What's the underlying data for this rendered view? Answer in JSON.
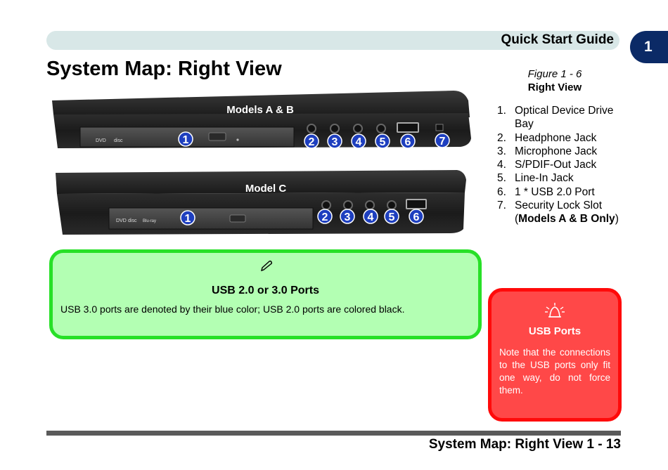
{
  "header": {
    "title": "Quick Start Guide",
    "chapter": "1"
  },
  "page_title": "System Map: Right View",
  "figure": {
    "label": "Figure 1 - 6",
    "name": "Right View"
  },
  "laptops": [
    {
      "model_label": "Models A & B",
      "drive_text_1": "DVD",
      "drive_text_2": "disc",
      "callouts": [
        "1",
        "2",
        "3",
        "4",
        "5",
        "6",
        "7"
      ]
    },
    {
      "model_label": "Model C",
      "drive_text_1": "DVD",
      "drive_text_2": "disc",
      "drive_text_3": "Blu-ray",
      "callouts": [
        "1",
        "2",
        "3",
        "4",
        "5",
        "6"
      ]
    }
  ],
  "legend": [
    {
      "num": "1.",
      "text": "Optical Device Drive Bay"
    },
    {
      "num": "2.",
      "text": "Headphone Jack"
    },
    {
      "num": "3.",
      "text": "Microphone Jack"
    },
    {
      "num": "4.",
      "text": "S/PDIF-Out Jack"
    },
    {
      "num": "5.",
      "text": "Line-In Jack"
    },
    {
      "num": "6.",
      "text": "1 * USB 2.0 Port"
    },
    {
      "num": "7.",
      "text": "Security Lock Slot (",
      "bold": "Models A & B Only",
      "after": ")"
    }
  ],
  "note": {
    "icon": "pencil-icon",
    "title": "USB 2.0 or 3.0 Ports",
    "body": "USB 3.0 ports are denoted by their blue color; USB 2.0 ports are colored black."
  },
  "warning": {
    "icon": "alarm-bell-icon",
    "title": "USB Ports",
    "body": "Note that the connections to the USB ports only fit one way, do not force them."
  },
  "footer": {
    "text": "System Map: Right View 1 - 13"
  },
  "colors": {
    "callout_blue": "#1e3fbf",
    "header_bar": "#d8e7e7",
    "chapter_tab": "#0b2a66",
    "note_green": "#27e027",
    "warning_red": "#ff0a0a"
  }
}
